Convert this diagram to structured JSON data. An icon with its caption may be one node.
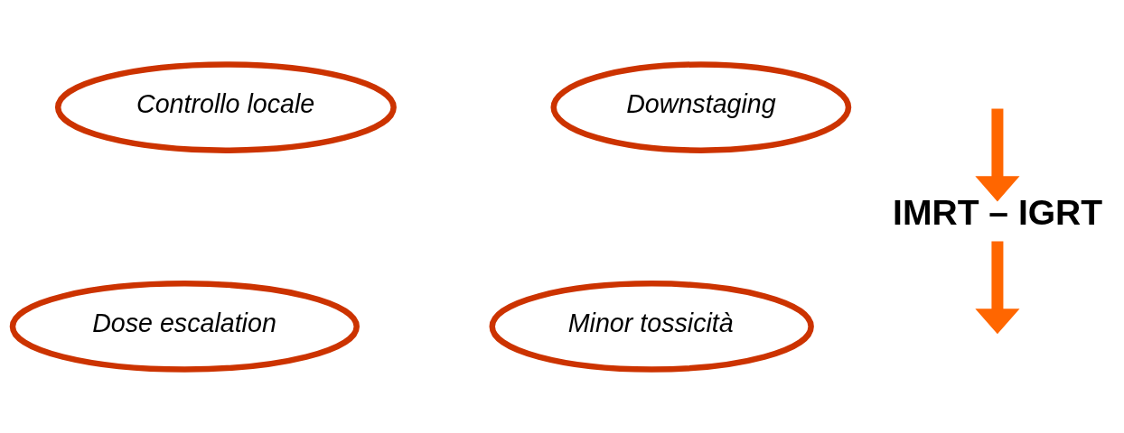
{
  "diagram": {
    "nodes": [
      {
        "text": [
          "Controllo locale"
        ]
      },
      {
        "text": [
          "Downstaging"
        ]
      },
      {
        "text": [
          "IMRT – IGRT"
        ]
      },
      {
        "text": [
          "Dose escalation"
        ]
      },
      {
        "text": [
          "Minor tossicità"
        ]
      }
    ],
    "edges": [
      {
        "from": null,
        "to": 2,
        "arrow": "to"
      },
      {
        "from": 2,
        "to": null,
        "arrow": "to"
      }
    ]
  }
}
